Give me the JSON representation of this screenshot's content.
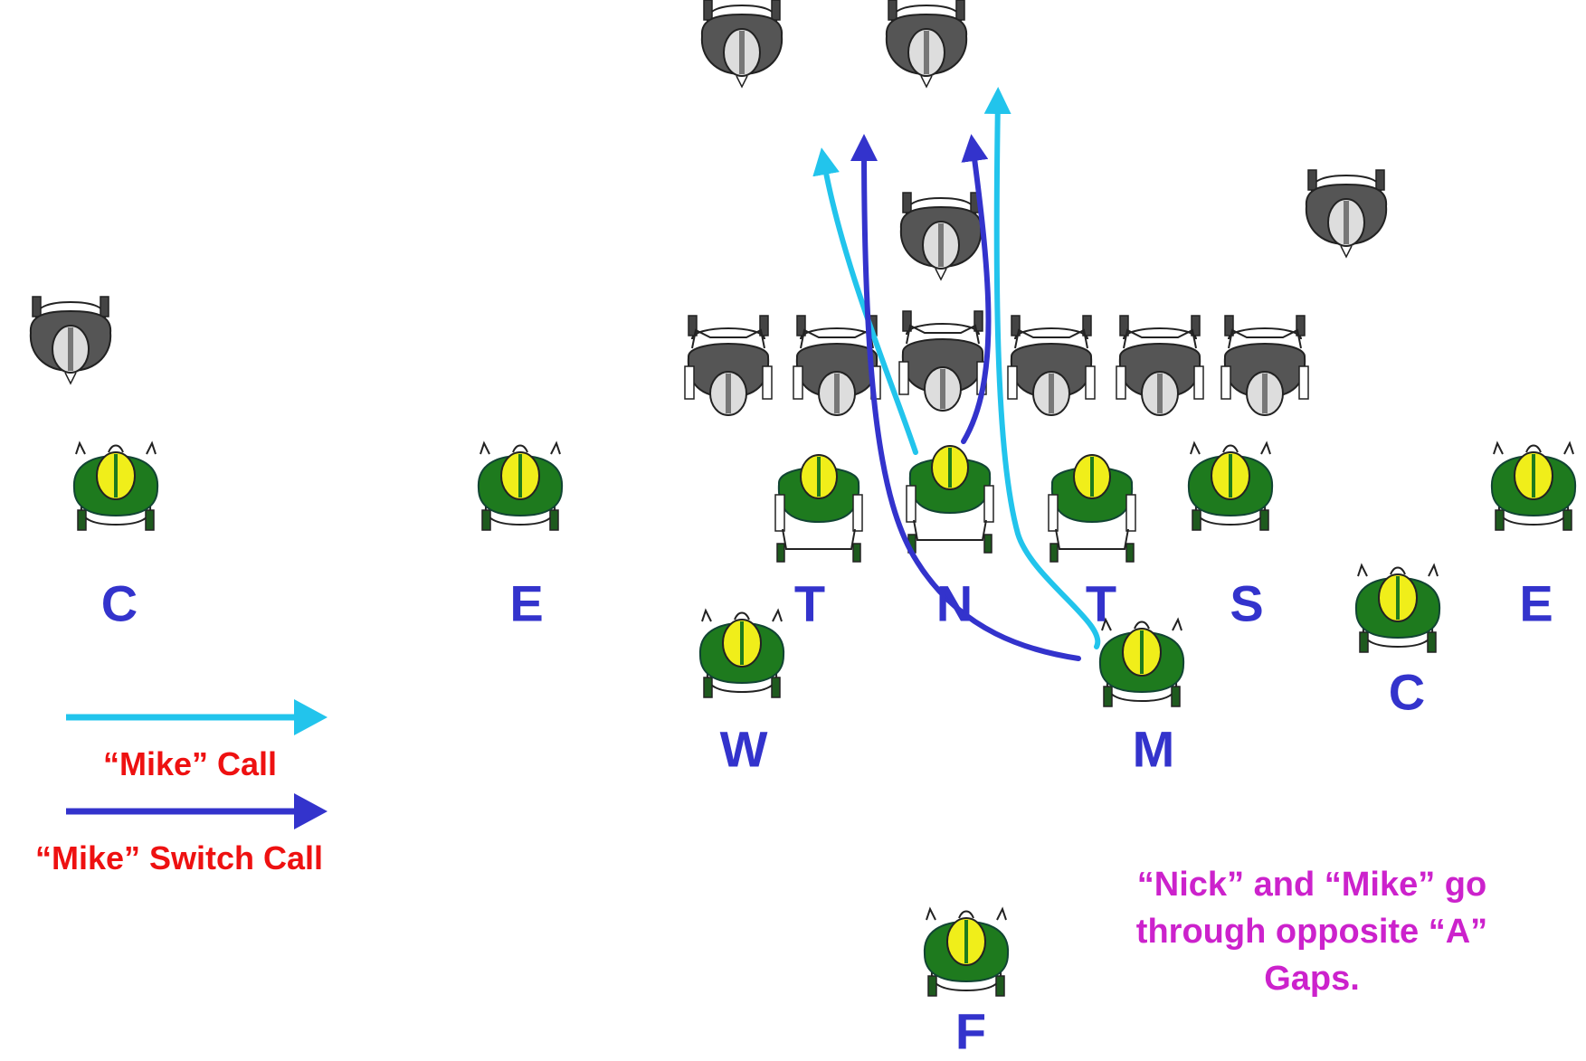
{
  "colors": {
    "label": "#3333cc",
    "mike_call": "#22c4ec",
    "switch_call": "#3333cc",
    "legend_text": "#ee1111",
    "note": "#cc22cc",
    "defender_body": "#1e7a1e",
    "defender_helmet": "#f0ee1a",
    "offense_body": "#555555",
    "offense_helmet": "#dddddd"
  },
  "defense_labels": {
    "c_left": "C",
    "e_left": "E",
    "t_left": "T",
    "n": "N",
    "t_right": "T",
    "s": "S",
    "c_right": "C",
    "e_right": "E",
    "w": "W",
    "m": "M",
    "f": "F"
  },
  "legend": {
    "mike_call": "“Mike” Call",
    "switch_call": "“Mike” Switch Call"
  },
  "note": {
    "line1": "“Nick” and “Mike” go",
    "line2": "through opposite “A”",
    "line3": "Gaps."
  }
}
